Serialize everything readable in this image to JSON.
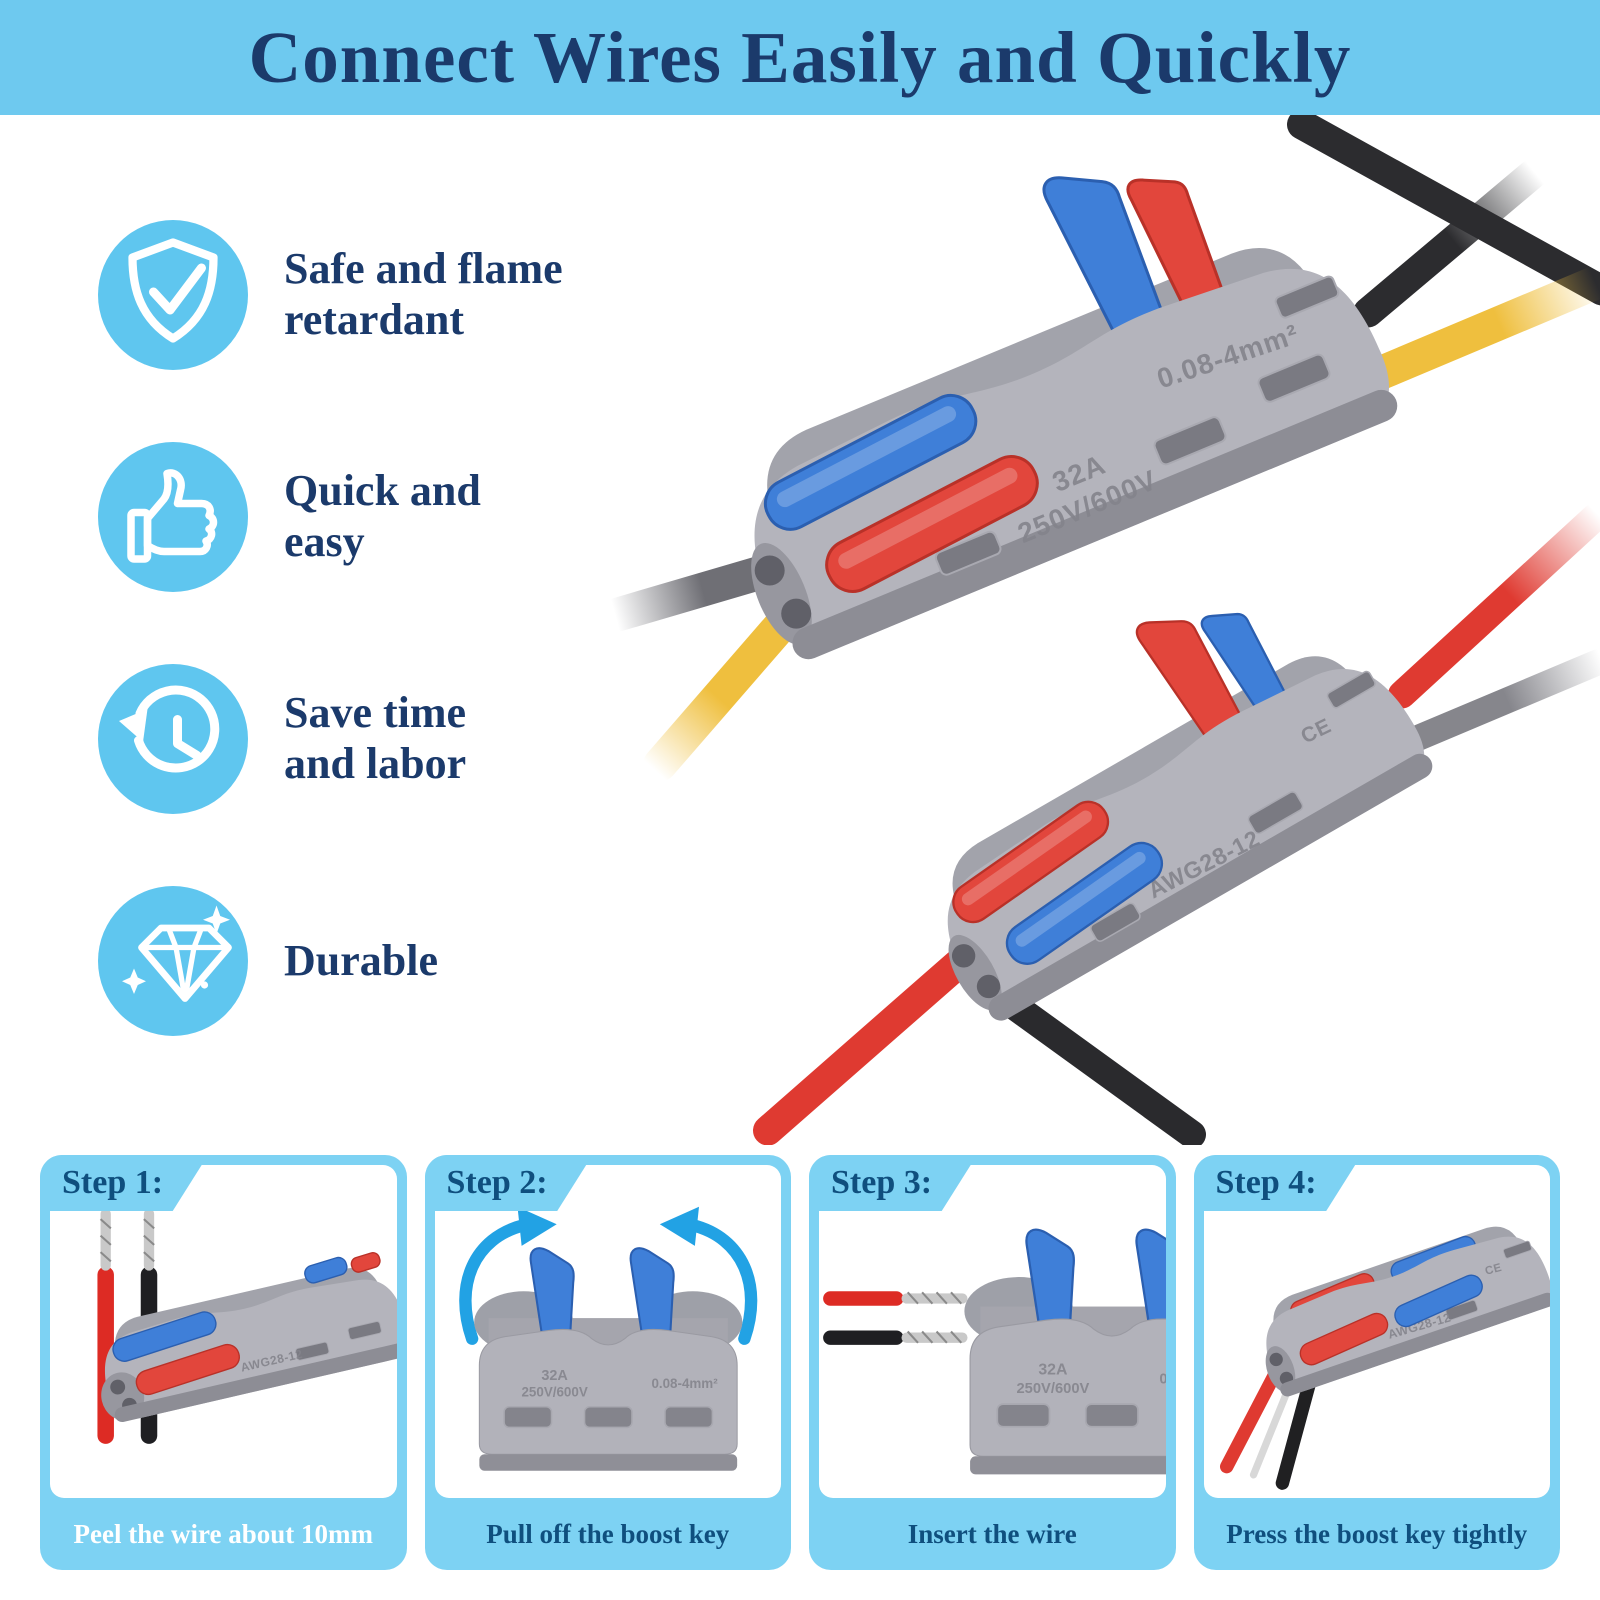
{
  "header": {
    "title": "Connect Wires Easily and Quickly"
  },
  "features": [
    {
      "icon": "shield-check-icon",
      "label": "Safe and flame\nretardant"
    },
    {
      "icon": "thumbs-up-icon",
      "label": "Quick and\neasy"
    },
    {
      "icon": "clock-history-icon",
      "label": "Save time\nand labor"
    },
    {
      "icon": "diamond-icon",
      "label": "Durable"
    }
  ],
  "product": {
    "top_connector": {
      "current_rating": "32A",
      "voltage_rating": "250V/600V",
      "wire_range": "0.08-4mm²"
    },
    "bottom_connector": {
      "model": "AWG28-12",
      "certification": "CE"
    }
  },
  "steps": [
    {
      "label": "Step 1:",
      "caption": "Peel the wire about 10mm",
      "caption_color": "#FFFFFF"
    },
    {
      "label": "Step 2:",
      "caption": "Pull off the boost key",
      "caption_color": "#0F4F7E"
    },
    {
      "label": "Step 3:",
      "caption": "Insert the wire",
      "caption_color": "#0F4F7E"
    },
    {
      "label": "Step 4:",
      "caption": "Press the boost key tightly",
      "caption_color": "#0F4F7E"
    }
  ],
  "colors": {
    "header_bg": "#6EC9EF",
    "panel_frame": "#7DD2F3",
    "icon_circle": "#5FC6EF",
    "title_navy": "#1B3A6B",
    "step_text": "#0F4F7E",
    "lever_blue": "#3F7FD8",
    "lever_red": "#E2463C",
    "wire_yellow": "#F0C143",
    "wire_red": "#DF3A31",
    "wire_black": "#2A2A2D",
    "connector_gray": "#B4B4BC",
    "arrow_blue": "#22A2E4"
  }
}
